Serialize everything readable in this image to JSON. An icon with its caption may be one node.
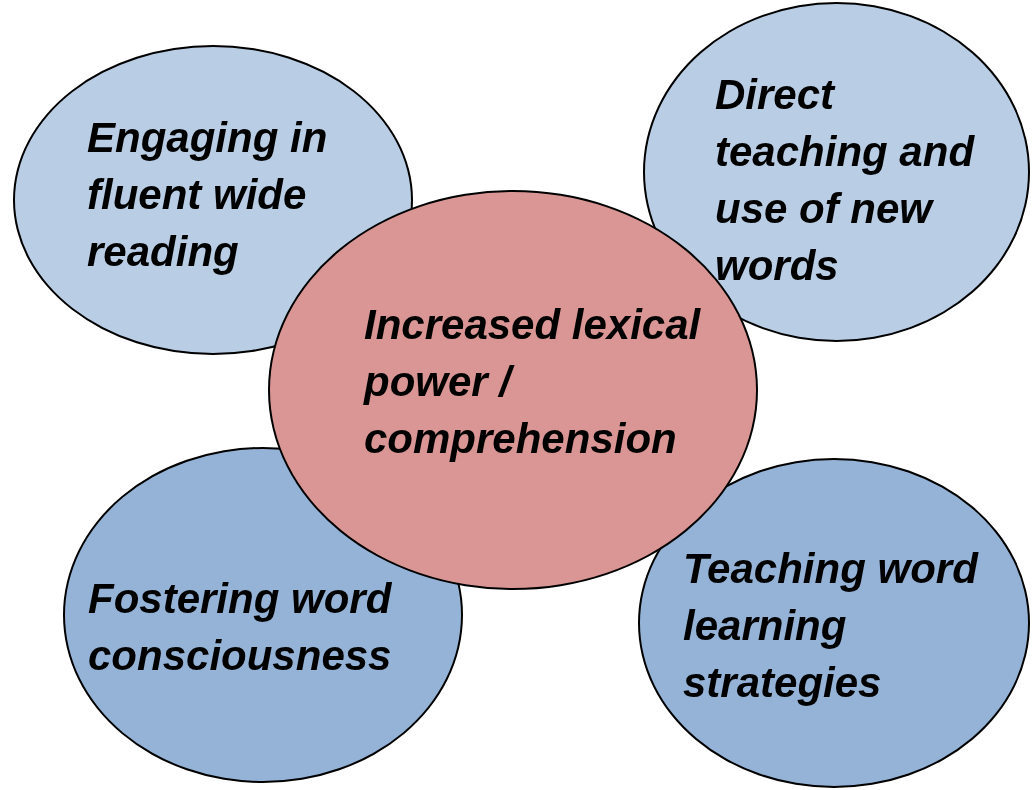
{
  "diagram": {
    "nodes": [
      {
        "text": [
          "Engaging in fluent wide reading"
        ]
      },
      {
        "text": [
          "Direct teaching and use of new words"
        ]
      },
      {
        "text": [
          "Increased lexical power / comprehension"
        ]
      },
      {
        "text": [
          "Fostering word consciousness"
        ]
      },
      {
        "text": [
          "Teaching word learning strategies"
        ]
      }
    ],
    "edges": []
  }
}
